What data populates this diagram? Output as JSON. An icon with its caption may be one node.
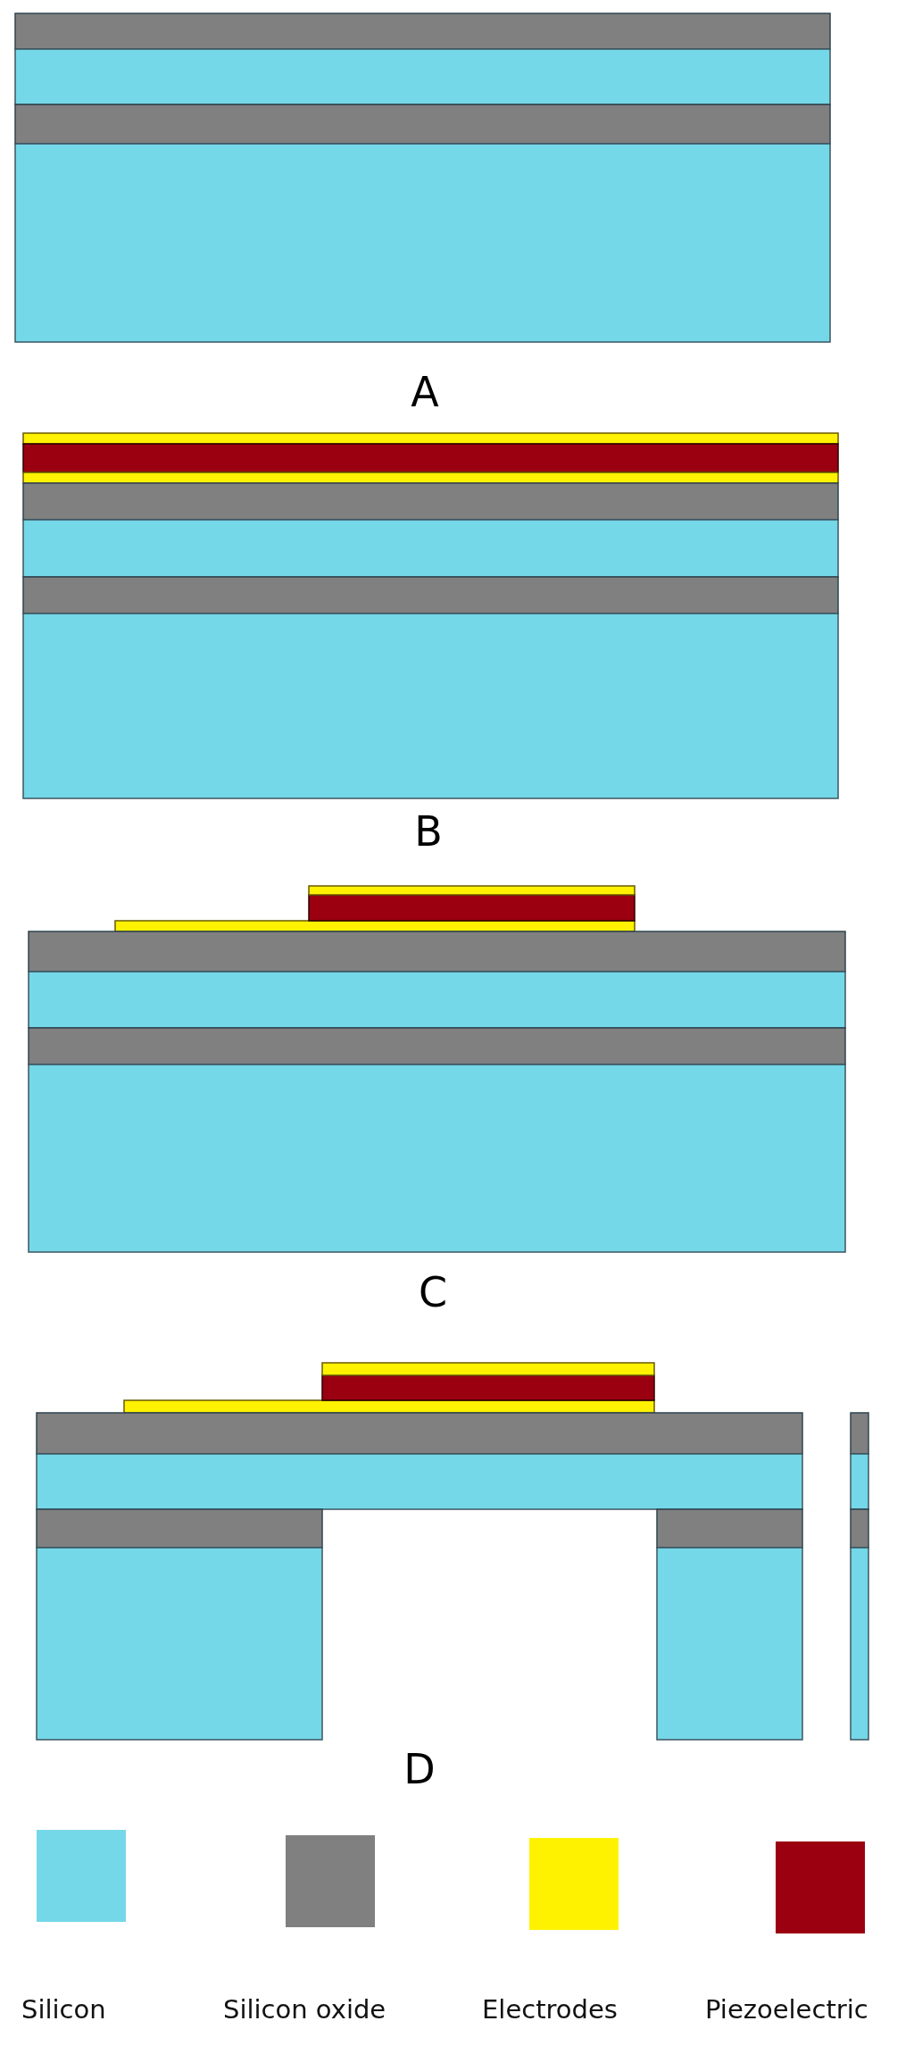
{
  "diagram": {
    "labels": [
      "A",
      "B",
      "C",
      "D"
    ],
    "legend": [
      {
        "text": "Silicon",
        "color": "#75d8e8"
      },
      {
        "text": "Silicon oxide",
        "color": "#808080"
      },
      {
        "text": "Electrodes",
        "color": "#fff200"
      },
      {
        "text": "Piezoelectric",
        "color": "#9b0010"
      }
    ]
  }
}
